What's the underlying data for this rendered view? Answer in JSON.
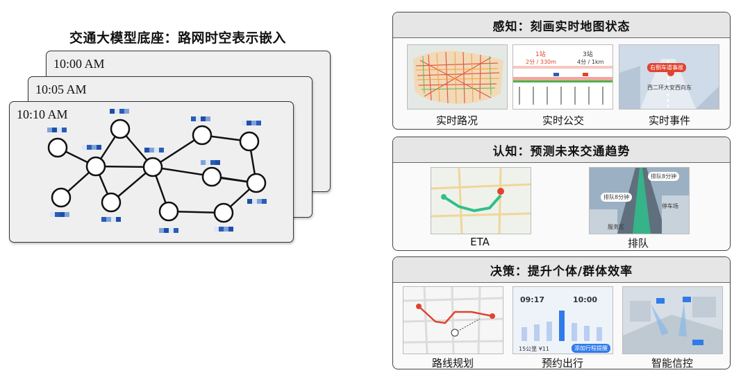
{
  "left": {
    "title": "交通大模型底座：路网时空表示嵌入",
    "time_slices": [
      "10:00 AM",
      "10:05 AM",
      "10:10 AM"
    ]
  },
  "panels": {
    "perception": {
      "title": "感知：刻画实时地图状态",
      "items": [
        "实时路况",
        "实时公交",
        "实时事件"
      ],
      "bus": {
        "stop1": "1站",
        "stop1_sub": "2分 / 330m",
        "stop3": "3站",
        "stop3_sub": "4分 / 1km"
      },
      "event_label": "右侧车道事故",
      "event_road": "西二环大安西向东"
    },
    "cognition": {
      "title": "认知：预测未来交通趋势",
      "items": [
        "ETA",
        "排队"
      ],
      "queue_top": "排队8分钟",
      "queue_left": "排队8分钟",
      "queue_parking": "停车场",
      "queue_service": "服务区"
    },
    "decision": {
      "title": "决策：提升个体/群体效率",
      "items": [
        "路线规划",
        "预约出行",
        "智能信控"
      ],
      "booking": {
        "time_a": "09:17",
        "time_b": "10:00",
        "distance": "15公里 ¥11",
        "button": "添加行程提醒"
      }
    }
  }
}
